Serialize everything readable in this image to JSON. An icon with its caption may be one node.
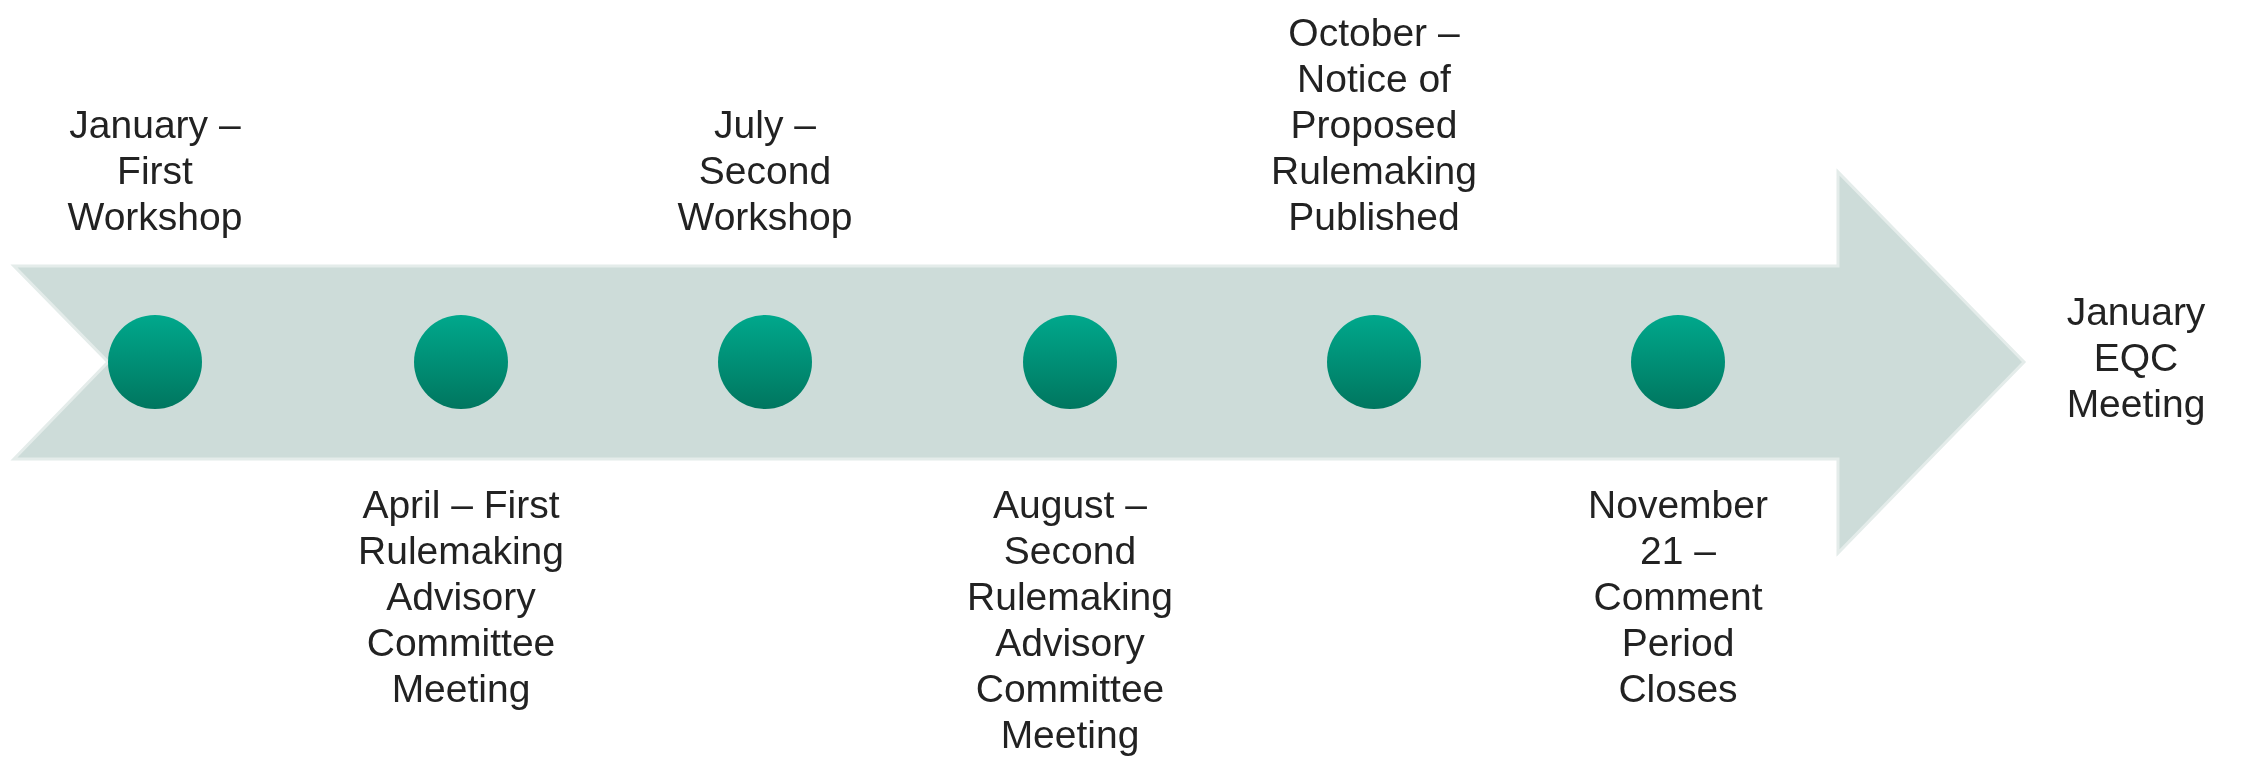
{
  "diagram": {
    "nodes": [
      {
        "text": [],
        "shape": "circle",
        "beside": [
          "January – First Workshop"
        ]
      },
      {
        "text": [],
        "shape": "circle",
        "beside": [
          "April – First Rulemaking Advisory Committee Meeting"
        ]
      },
      {
        "text": [],
        "shape": "circle",
        "beside": [
          "July – Second Workshop"
        ]
      },
      {
        "text": [],
        "shape": "circle",
        "beside": [
          "August – Second Rulemaking Advisory Committee Meeting"
        ]
      },
      {
        "text": [],
        "shape": "circle",
        "beside": [
          "October – Notice of Proposed Rulemaking Published"
        ]
      },
      {
        "text": [],
        "shape": "circle",
        "beside": [
          "November 21 – Comment Period Closes"
        ]
      }
    ],
    "labels": [
      "January EQC Meeting"
    ]
  }
}
